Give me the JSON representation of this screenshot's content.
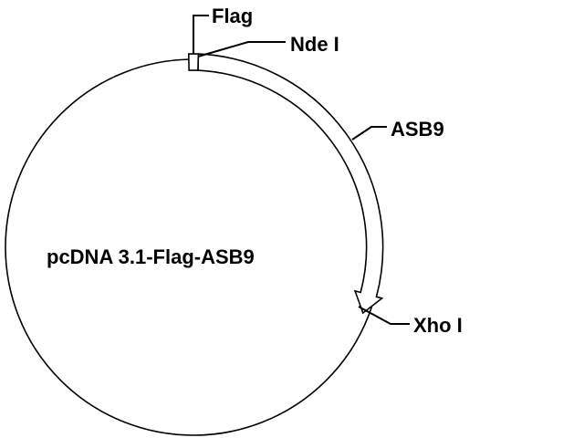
{
  "plasmid": {
    "name": "pcDNA 3.1-Flag-ASB9"
  },
  "features": [
    {
      "name": "flag-tag",
      "label": "Flag"
    },
    {
      "name": "nde-i-site",
      "label": "Nde I"
    },
    {
      "name": "asb9-insert",
      "label": "ASB9"
    },
    {
      "name": "xho-i-site",
      "label": "Xho I"
    }
  ],
  "colors": {
    "line": "#000000",
    "background": "#ffffff",
    "insert_fill": "#ffffff"
  }
}
